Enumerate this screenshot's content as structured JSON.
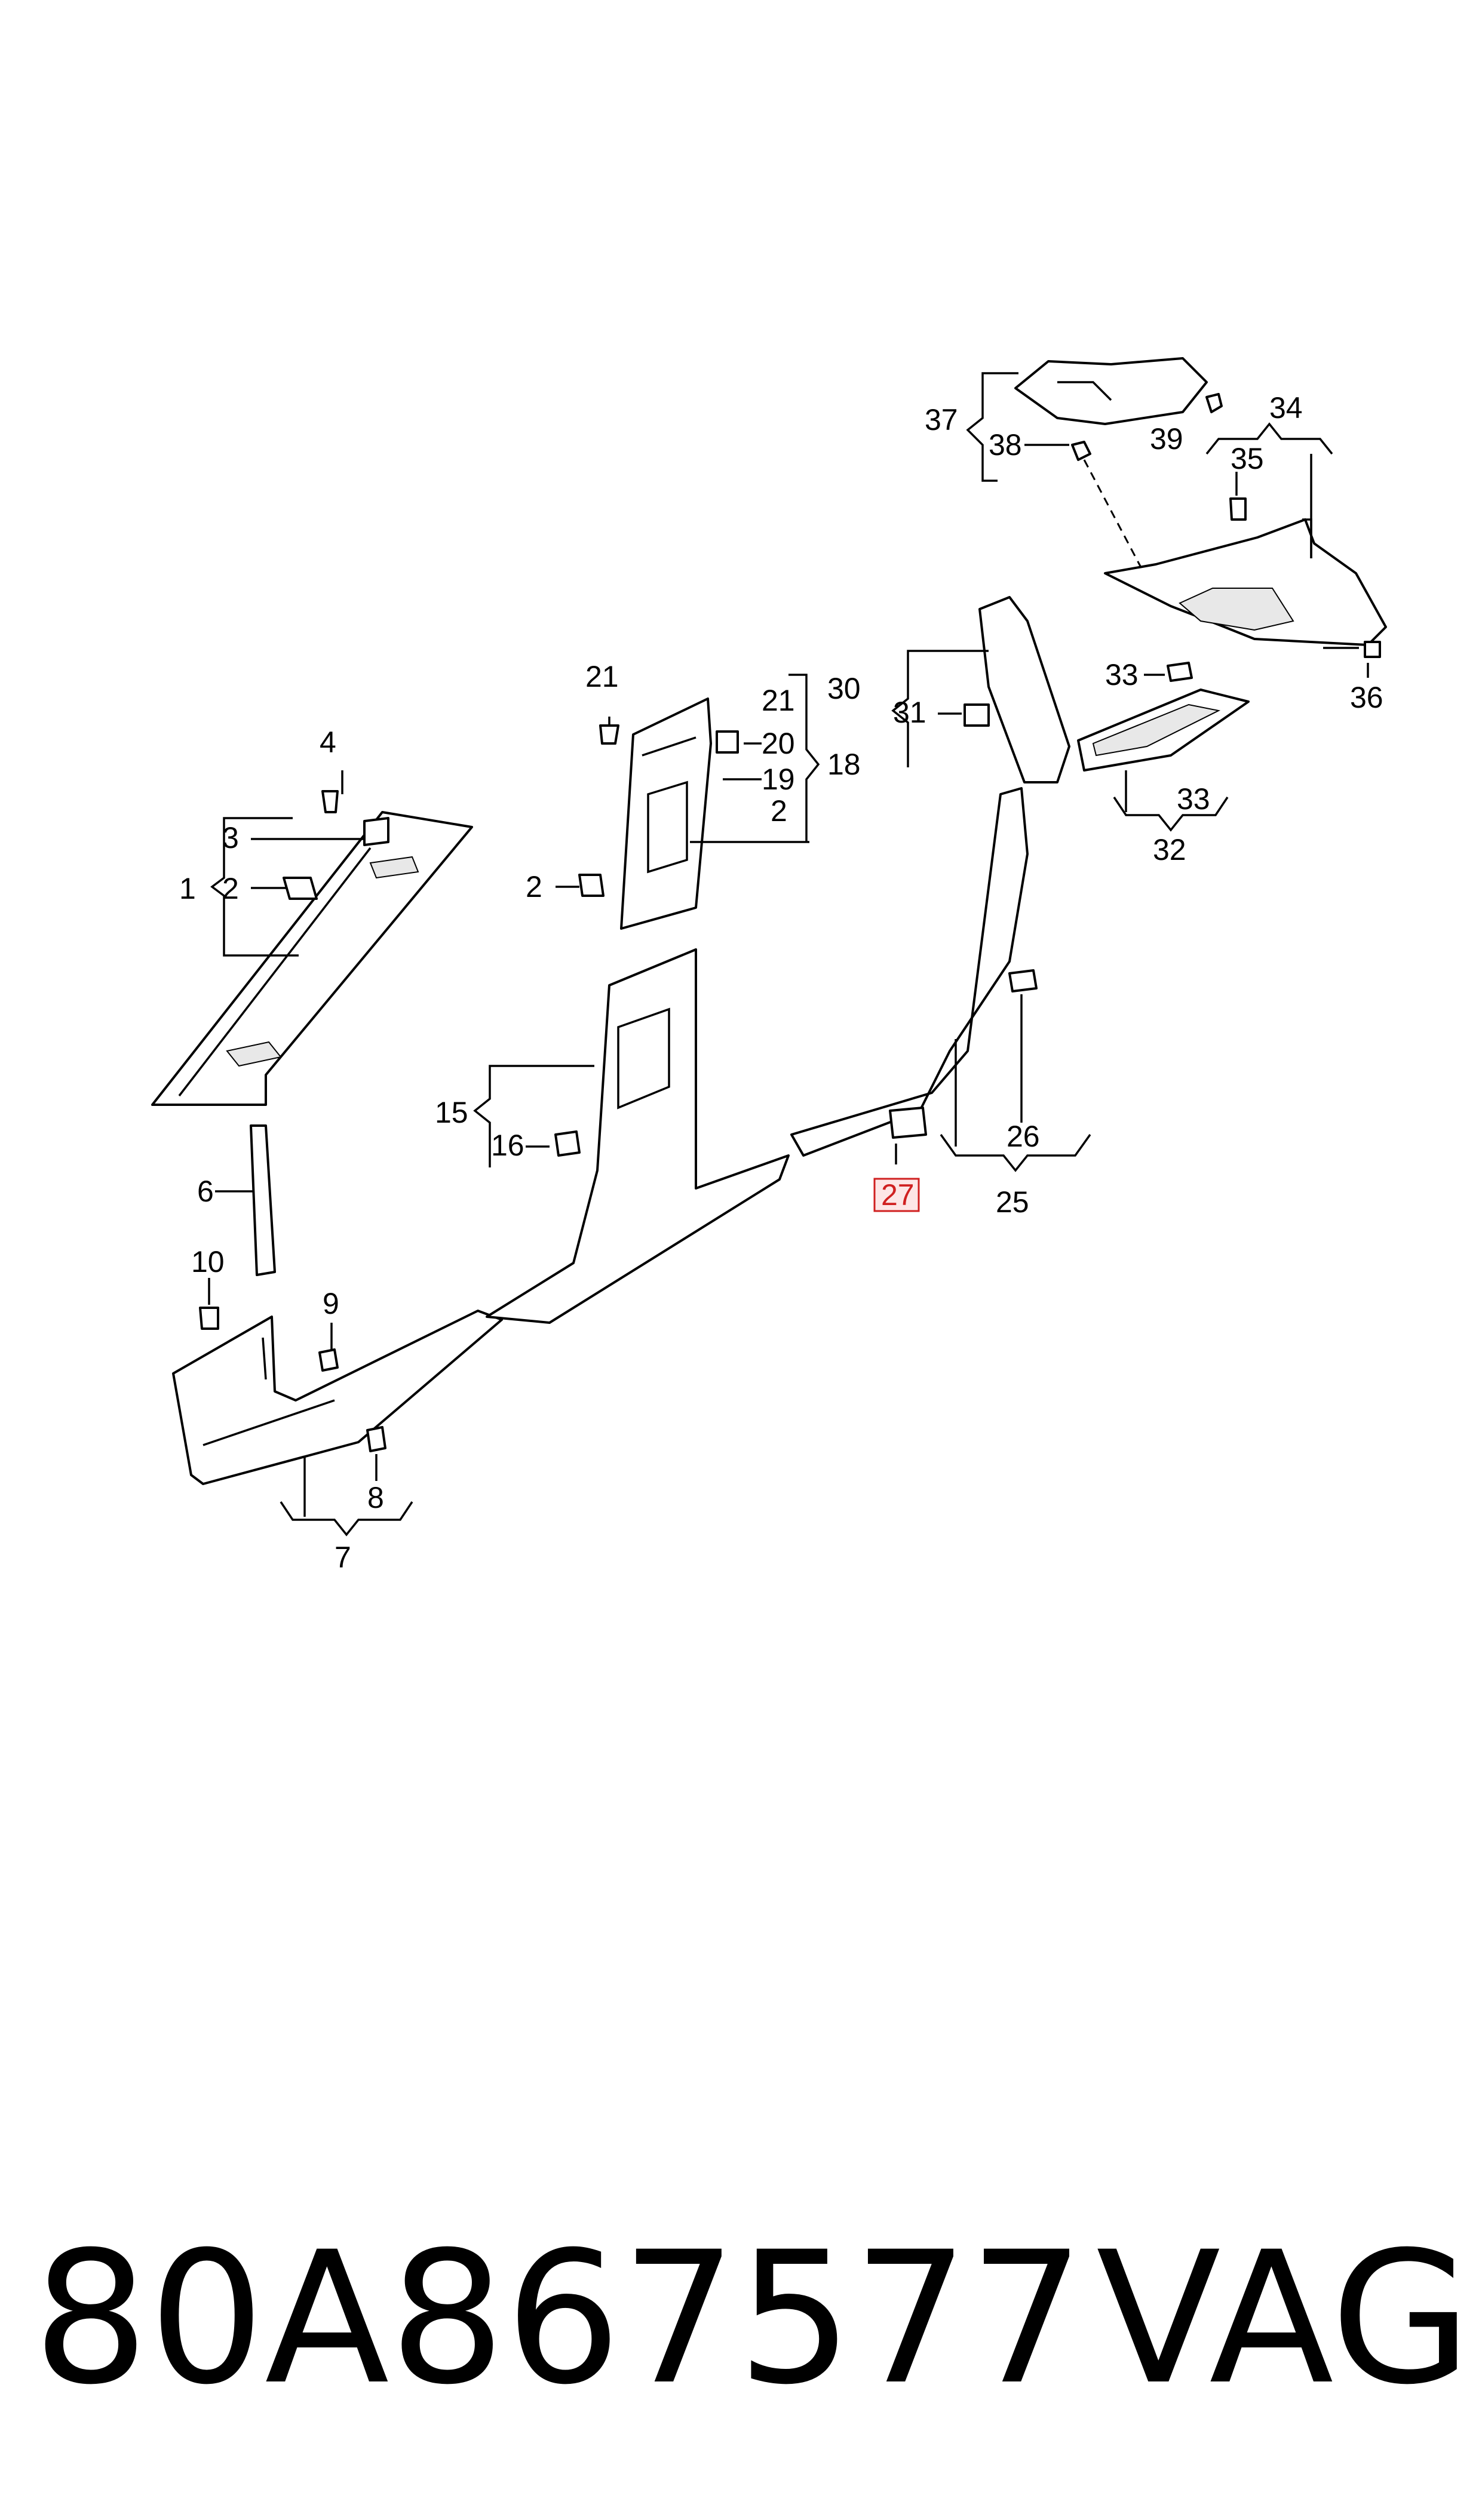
{
  "callouts": {
    "c1": "1",
    "c2a": "2",
    "c3": "3",
    "c4": "4",
    "c2b": "2",
    "c21a": "21",
    "c21b": "21",
    "c20": "20",
    "c19": "19",
    "c18": "18",
    "c2c": "2",
    "c6": "6",
    "c10": "10",
    "c9": "9",
    "c8": "8",
    "c7": "7",
    "c15": "15",
    "c16": "16",
    "c30": "30",
    "c31": "31",
    "c26": "26",
    "c25": "25",
    "c27": "27",
    "c37": "37",
    "c38": "38",
    "c39": "39",
    "c34": "34",
    "c35": "35",
    "c36": "36",
    "c33a": "33",
    "c33b": "33",
    "c32": "32"
  },
  "highlighted_callout": "27",
  "footer": {
    "part_number": "80A867577",
    "brand": "VAG"
  }
}
